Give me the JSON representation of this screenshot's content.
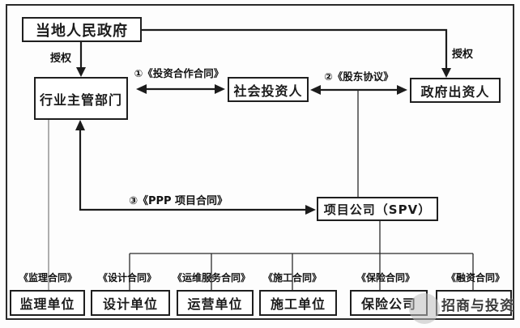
{
  "diagram": {
    "nodes": {
      "local_government": "当地人民政府",
      "industry_authority": "行业主管部门",
      "social_investor": "社会投资人",
      "government_investor": "政府出资人",
      "spv": "项目公司（SPV）"
    },
    "bottom_units": [
      "监理单位",
      "设计单位",
      "运营单位",
      "施工单位",
      "保险公司"
    ],
    "contract_labels": [
      "《监理合同》",
      "《设计合同》",
      "《运维服务合同》",
      "《施工合同》",
      "《保险合同》",
      "《融资合同》"
    ],
    "edge_labels": {
      "authorize_left": "授权",
      "authorize_right": "授权",
      "investment_cooperation": "①《投资合作合同》",
      "shareholder_agreement": "②《股东协议》",
      "ppp_project": "③《PPP 项目合同》"
    },
    "watermark": "招商与投资",
    "colors": {
      "line": "#1c1c1c",
      "gray_line": "#9a9a9a",
      "background": "#fdfdfd",
      "watermark_text": "#3b3b3b"
    }
  }
}
